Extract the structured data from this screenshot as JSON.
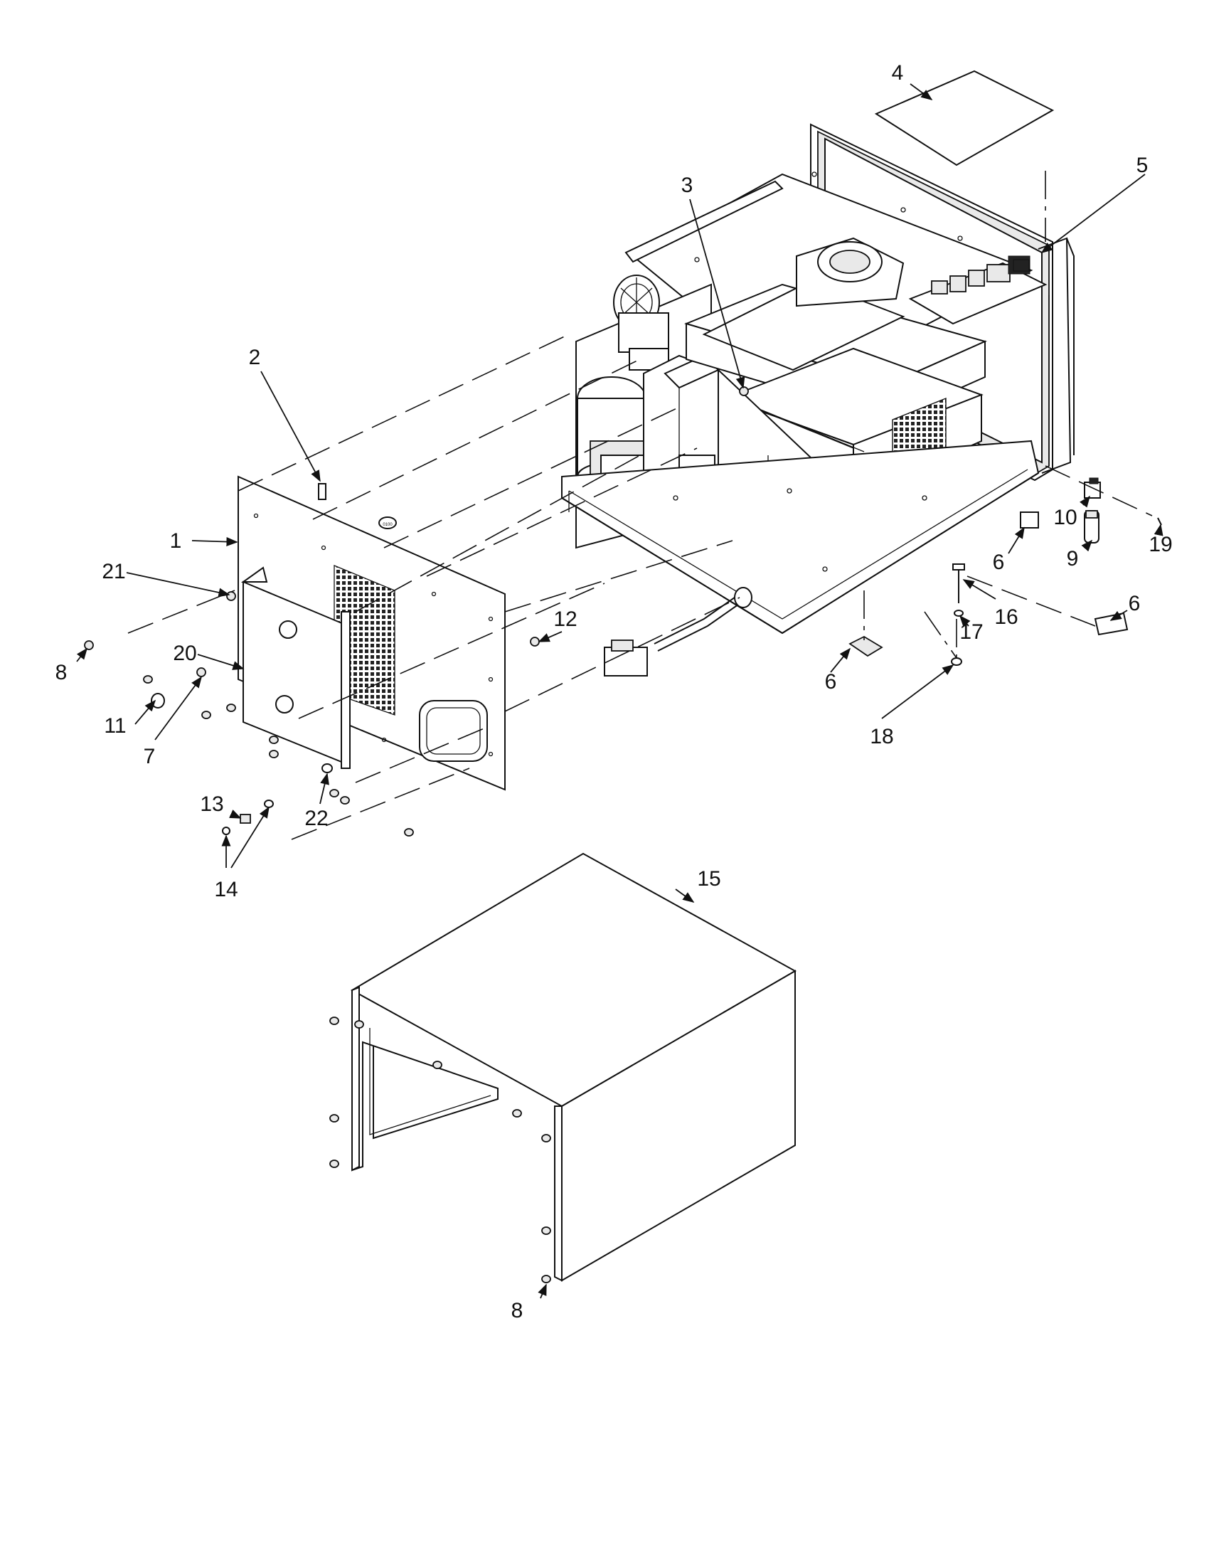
{
  "diagram": {
    "callouts": [
      {
        "id": "c1",
        "label": "1"
      },
      {
        "id": "c2",
        "label": "2"
      },
      {
        "id": "c3",
        "label": "3"
      },
      {
        "id": "c4",
        "label": "4"
      },
      {
        "id": "c5",
        "label": "5"
      },
      {
        "id": "c6a",
        "label": "6"
      },
      {
        "id": "c6b",
        "label": "6"
      },
      {
        "id": "c6c",
        "label": "6"
      },
      {
        "id": "c7",
        "label": "7"
      },
      {
        "id": "c8a",
        "label": "8"
      },
      {
        "id": "c8b",
        "label": "8"
      },
      {
        "id": "c9",
        "label": "9"
      },
      {
        "id": "c10",
        "label": "10"
      },
      {
        "id": "c11",
        "label": "11"
      },
      {
        "id": "c12",
        "label": "12"
      },
      {
        "id": "c13",
        "label": "13"
      },
      {
        "id": "c14",
        "label": "14"
      },
      {
        "id": "c15",
        "label": "15"
      },
      {
        "id": "c16",
        "label": "16"
      },
      {
        "id": "c17",
        "label": "17"
      },
      {
        "id": "c18",
        "label": "18"
      },
      {
        "id": "c19",
        "label": "19"
      },
      {
        "id": "c20",
        "label": "20"
      },
      {
        "id": "c21",
        "label": "21"
      },
      {
        "id": "c22",
        "label": "22"
      }
    ],
    "panel_tag": "0100"
  }
}
